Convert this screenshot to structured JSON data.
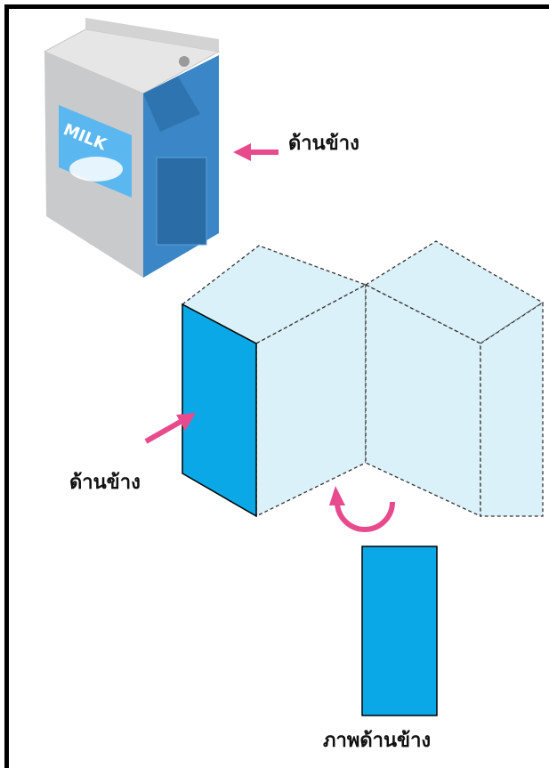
{
  "milk_label": "MILK",
  "labels": {
    "side_top": "ด้านข้าง",
    "side_left": "ด้านข้าง",
    "side_view": "ภาพด้านข้าง"
  },
  "colors": {
    "side_face": "#0aa8e6",
    "box_face": "#dbf1fa",
    "arrow": "#e84a8e"
  }
}
